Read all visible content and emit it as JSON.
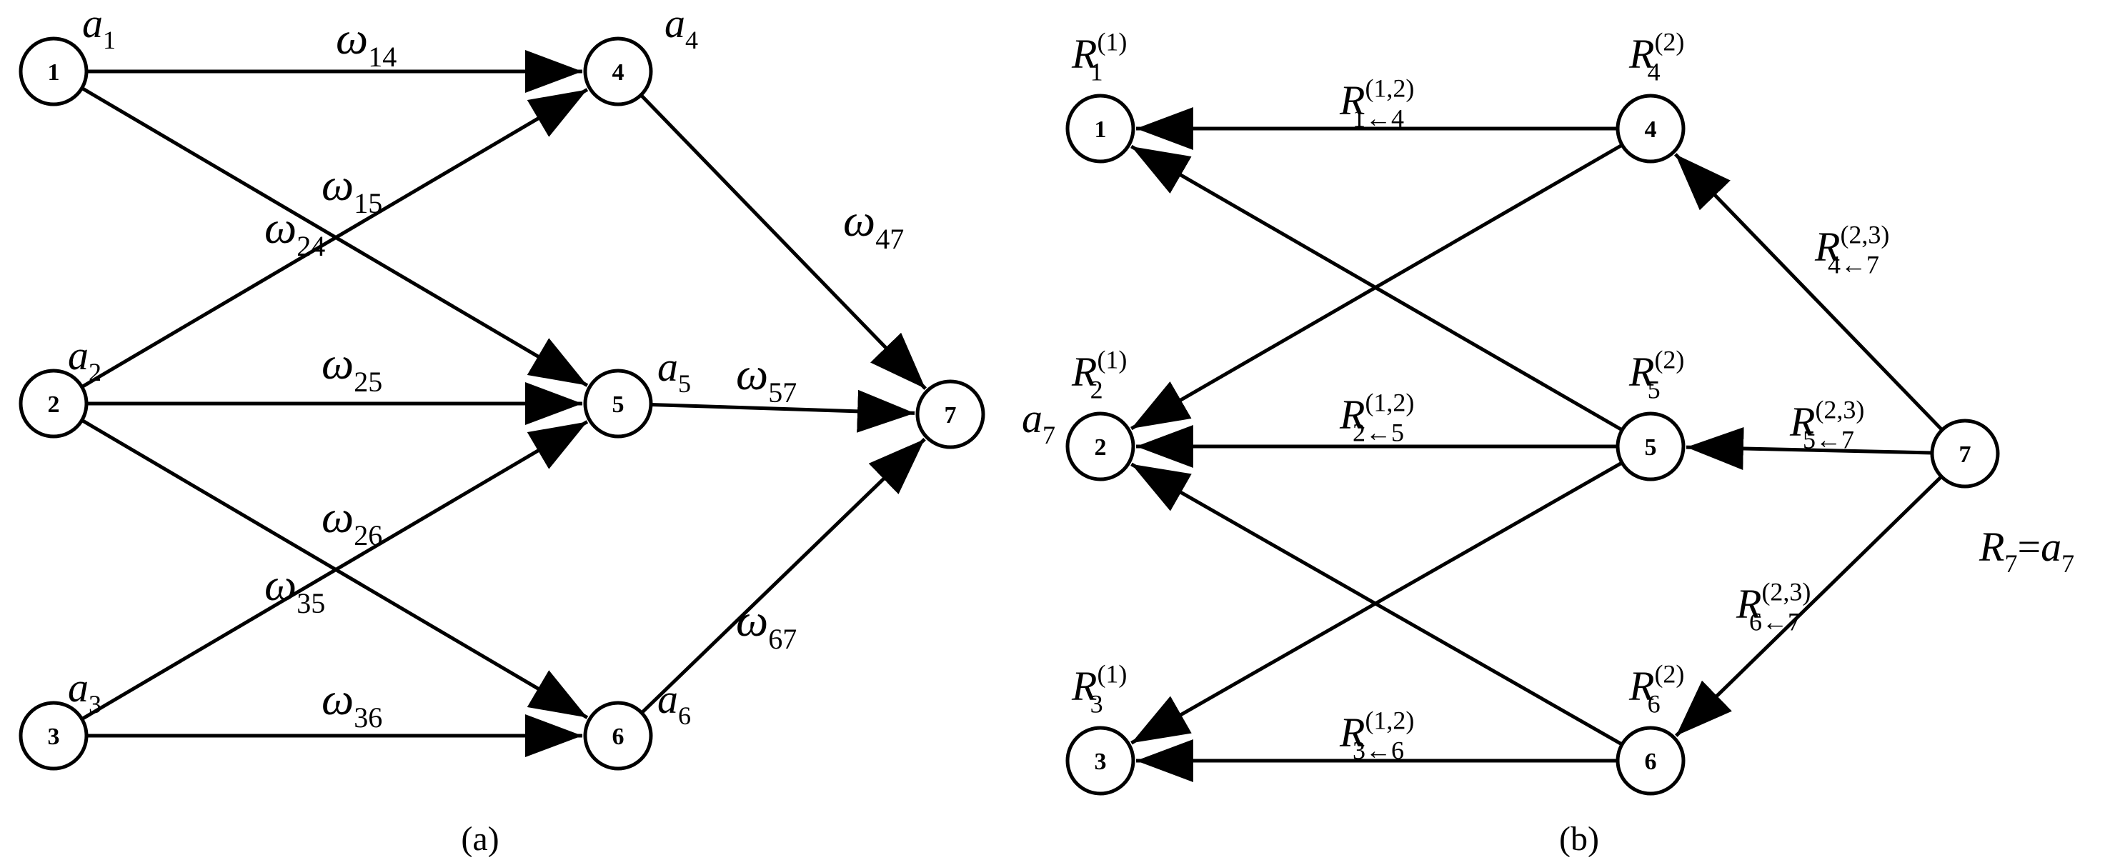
{
  "diagram_a": {
    "caption": "(a)",
    "nodes": [
      {
        "id": "1",
        "label": "1",
        "var": {
          "base": "a",
          "sub": "1"
        }
      },
      {
        "id": "2",
        "label": "2",
        "var": {
          "base": "a",
          "sub": "2"
        }
      },
      {
        "id": "3",
        "label": "3",
        "var": {
          "base": "a",
          "sub": "3"
        }
      },
      {
        "id": "4",
        "label": "4",
        "var": {
          "base": "a",
          "sub": "4"
        }
      },
      {
        "id": "5",
        "label": "5",
        "var": {
          "base": "a",
          "sub": "5"
        }
      },
      {
        "id": "6",
        "label": "6",
        "var": {
          "base": "a",
          "sub": "6"
        }
      },
      {
        "id": "7",
        "label": "7",
        "var": {
          "base": "a",
          "sub": "7"
        }
      }
    ],
    "edges": [
      {
        "from": "1",
        "to": "4",
        "label": {
          "base": "ω",
          "sub": "14"
        }
      },
      {
        "from": "1",
        "to": "5",
        "label": {
          "base": "ω",
          "sub": "15"
        }
      },
      {
        "from": "2",
        "to": "4",
        "label": {
          "base": "ω",
          "sub": "24"
        }
      },
      {
        "from": "2",
        "to": "5",
        "label": {
          "base": "ω",
          "sub": "25"
        }
      },
      {
        "from": "2",
        "to": "6",
        "label": {
          "base": "ω",
          "sub": "26"
        }
      },
      {
        "from": "3",
        "to": "5",
        "label": {
          "base": "ω",
          "sub": "35"
        }
      },
      {
        "from": "3",
        "to": "6",
        "label": {
          "base": "ω",
          "sub": "36"
        }
      },
      {
        "from": "4",
        "to": "7",
        "label": {
          "base": "ω",
          "sub": "47"
        }
      },
      {
        "from": "5",
        "to": "7",
        "label": {
          "base": "ω",
          "sub": "57"
        }
      },
      {
        "from": "6",
        "to": "7",
        "label": {
          "base": "ω",
          "sub": "67"
        }
      }
    ]
  },
  "diagram_b": {
    "caption": "(b)",
    "nodes": [
      {
        "id": "1",
        "label": "1",
        "var": {
          "base": "R",
          "sub": "1",
          "sup": "(1)"
        }
      },
      {
        "id": "2",
        "label": "2",
        "var": {
          "base": "R",
          "sub": "2",
          "sup": "(1)"
        }
      },
      {
        "id": "3",
        "label": "3",
        "var": {
          "base": "R",
          "sub": "3",
          "sup": "(1)"
        }
      },
      {
        "id": "4",
        "label": "4",
        "var": {
          "base": "R",
          "sub": "4",
          "sup": "(2)"
        }
      },
      {
        "id": "5",
        "label": "5",
        "var": {
          "base": "R",
          "sub": "5",
          "sup": "(2)"
        }
      },
      {
        "id": "6",
        "label": "6",
        "var": {
          "base": "R",
          "sub": "6",
          "sup": "(2)"
        }
      },
      {
        "id": "7",
        "label": "7",
        "var": {
          "base": "R",
          "sub": "7",
          "eq_base": "a",
          "eq_sub": "7"
        }
      }
    ],
    "edges": [
      {
        "from": "4",
        "to": "1",
        "label": {
          "base": "R",
          "sub": "1←4",
          "sup": "(1,2)"
        }
      },
      {
        "from": "5",
        "to": "1",
        "label": null
      },
      {
        "from": "4",
        "to": "2",
        "label": null
      },
      {
        "from": "5",
        "to": "2",
        "label": {
          "base": "R",
          "sub": "2←5",
          "sup": "(1,2)"
        }
      },
      {
        "from": "6",
        "to": "2",
        "label": null
      },
      {
        "from": "5",
        "to": "3",
        "label": null
      },
      {
        "from": "6",
        "to": "3",
        "label": {
          "base": "R",
          "sub": "3←6",
          "sup": "(1,2)"
        }
      },
      {
        "from": "7",
        "to": "4",
        "label": {
          "base": "R",
          "sub": "4←7",
          "sup": "(2,3)"
        }
      },
      {
        "from": "7",
        "to": "5",
        "label": {
          "base": "R",
          "sub": "5←7",
          "sup": "(2,3)"
        }
      },
      {
        "from": "7",
        "to": "6",
        "label": {
          "base": "R",
          "sub": "6←7",
          "sup": "(2,3)"
        }
      }
    ]
  }
}
